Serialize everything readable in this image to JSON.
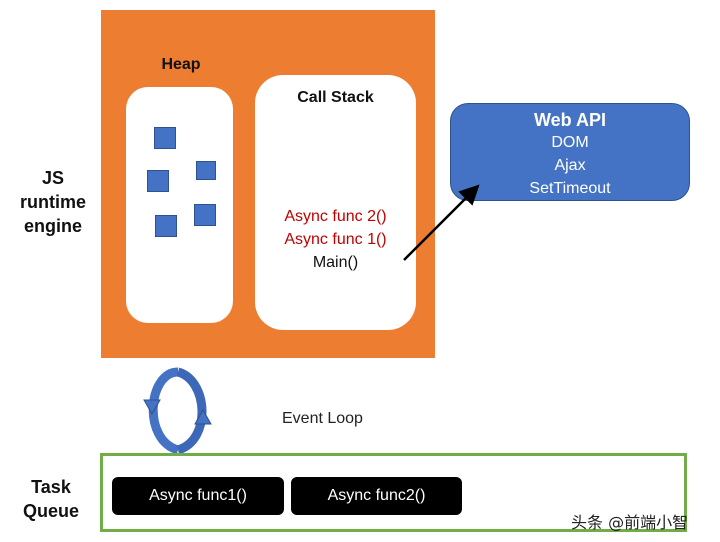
{
  "engine": {
    "label_lines": [
      "JS",
      "runtime",
      "engine"
    ],
    "color": "#ed7d31",
    "heap": {
      "title": "Heap",
      "object_count": 5,
      "object_color": "#4472c4"
    },
    "call_stack": {
      "title": "Call Stack",
      "frames": [
        {
          "label": "Async func 2()",
          "color": "#c00000"
        },
        {
          "label": "Async func 1()",
          "color": "#c00000"
        },
        {
          "label": "Main()",
          "color": "#111111"
        }
      ]
    }
  },
  "web_api": {
    "title": "Web API",
    "items": [
      "DOM",
      "Ajax",
      "SetTimeout"
    ],
    "color": "#4472c4"
  },
  "event_loop": {
    "label": "Event Loop",
    "icon": "circular-arrows-icon"
  },
  "task_queue": {
    "label_lines": [
      "Task",
      "Queue"
    ],
    "border_color": "#70ad47",
    "tasks": [
      "Async func1()",
      "Async func2()"
    ]
  },
  "watermark": "头条 @前端小智"
}
